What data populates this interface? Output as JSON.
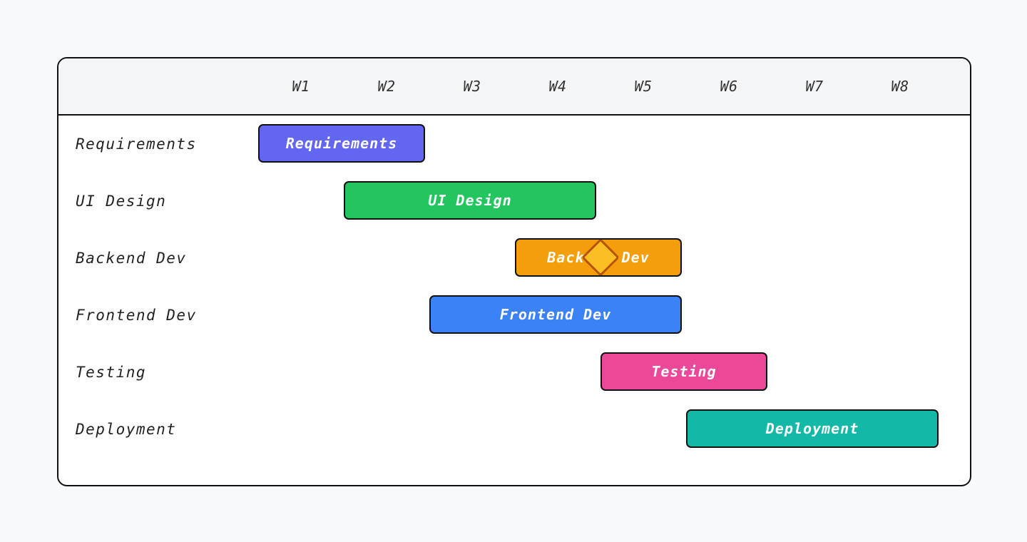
{
  "chart_data": {
    "type": "gantt",
    "x_unit": "week",
    "weeks": [
      "W1",
      "W2",
      "W3",
      "W4",
      "W5",
      "W6",
      "W7",
      "W8"
    ],
    "tasks": [
      {
        "name": "Requirements",
        "bar_label": "Requirements",
        "start": 1.0,
        "end": 2.95,
        "color": "#6366f1"
      },
      {
        "name": "UI Design",
        "bar_label": "UI Design",
        "start": 2.0,
        "end": 4.95,
        "color": "#22c55e"
      },
      {
        "name": "Backend Dev",
        "bar_label": "Backend Dev",
        "start": 4.0,
        "end": 5.95,
        "color": "#f59e0b"
      },
      {
        "name": "Frontend Dev",
        "bar_label": "Frontend Dev",
        "start": 3.0,
        "end": 5.95,
        "color": "#3b82f6"
      },
      {
        "name": "Testing",
        "bar_label": "Testing",
        "start": 5.0,
        "end": 6.95,
        "color": "#ec4899"
      },
      {
        "name": "Deployment",
        "bar_label": "Deployment",
        "start": 6.0,
        "end": 8.95,
        "color": "#14b8a6"
      }
    ],
    "milestones": [
      {
        "row": 2,
        "at": 5.0,
        "color": "#fbbf24",
        "border": "#b45309"
      }
    ]
  }
}
